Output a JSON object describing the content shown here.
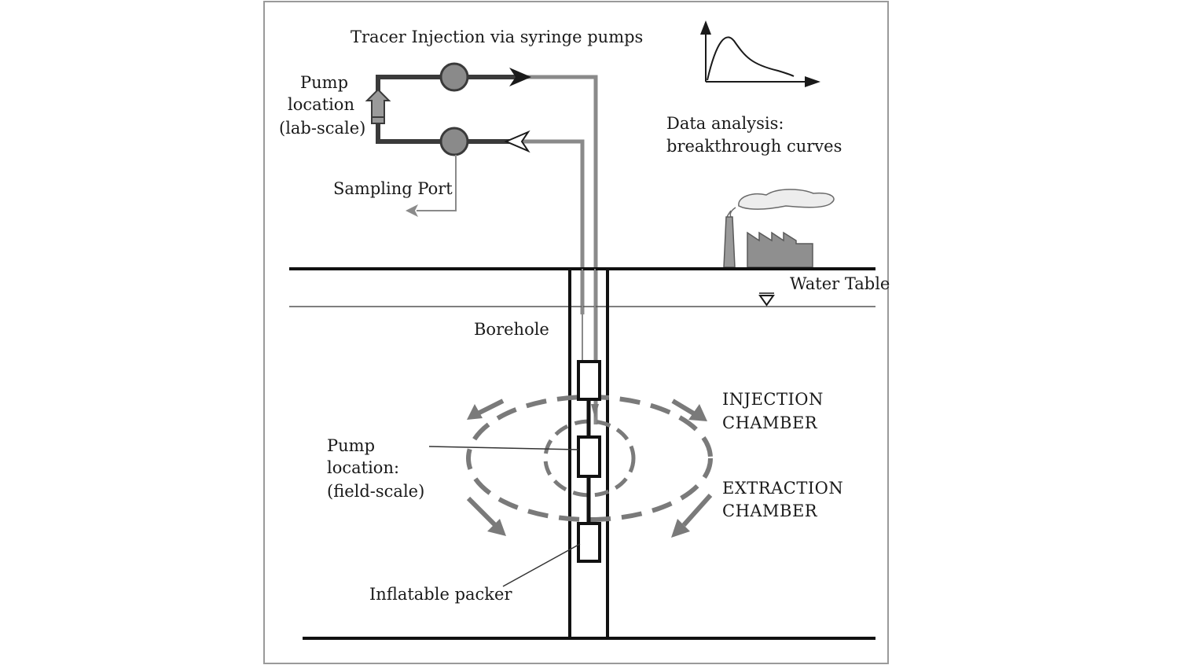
{
  "labels": {
    "tracer_injection": "Tracer Injection via syringe pumps",
    "pump_lab": [
      "Pump",
      "location",
      "(lab-scale)"
    ],
    "sampling_port": "Sampling Port",
    "data_analysis": [
      "Data analysis:",
      "breakthrough curves"
    ],
    "water_table": "Water Table",
    "borehole": "Borehole",
    "injection_chamber": [
      "INJECTION",
      "CHAMBER"
    ],
    "extraction_chamber": [
      "EXTRACTION",
      "CHAMBER"
    ],
    "pump_field": [
      "Pump",
      "location:",
      "(field-scale)"
    ],
    "inflatable_packer": "Inflatable packer"
  },
  "colors": {
    "line": "#111111",
    "tube_dark": "#3a3a3a",
    "tube_gray": "#8a8a8a",
    "flow_gray": "#7a7a7a",
    "border": "#9a9a9a"
  },
  "icons": {
    "pump": "circle-pump-icon",
    "factory": "factory-icon",
    "water_table_marker": "inverted-triangle-icon",
    "breakthrough_plot": "breakthrough-curve-icon"
  }
}
